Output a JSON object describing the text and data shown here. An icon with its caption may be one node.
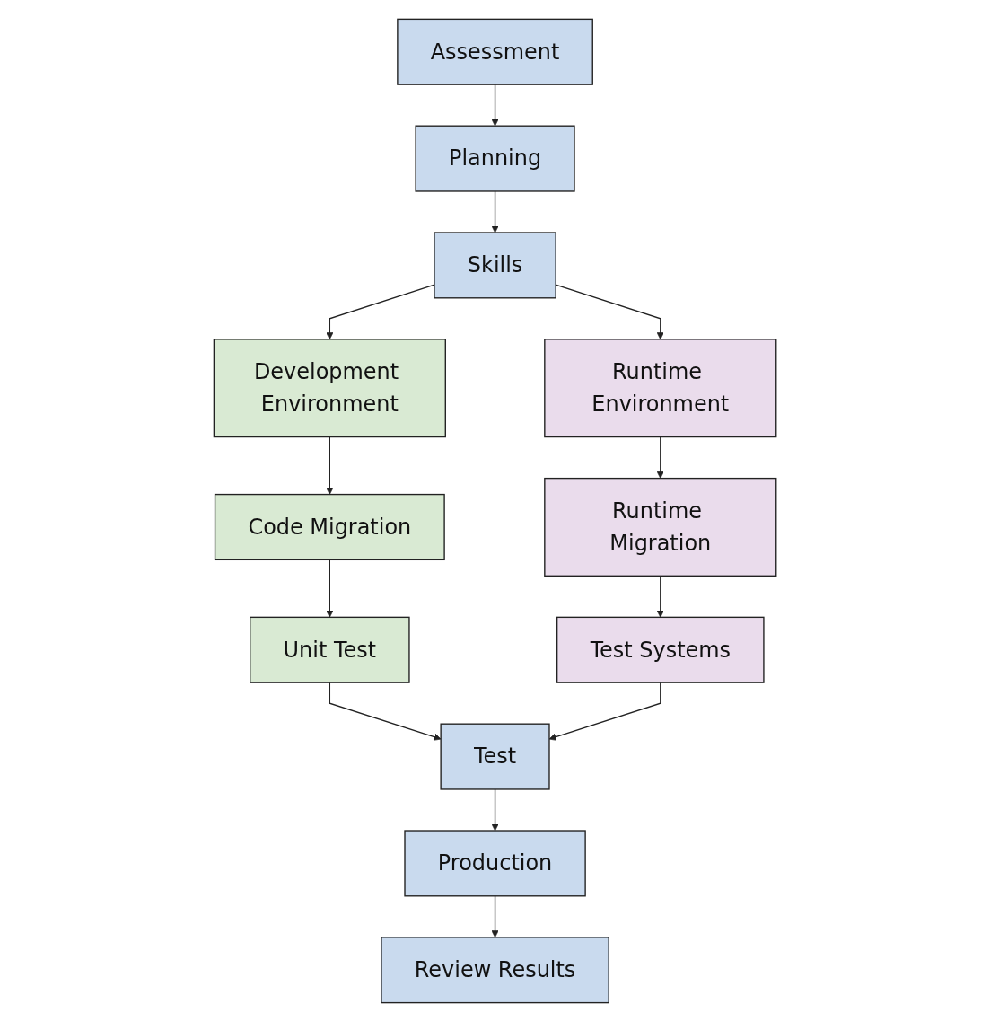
{
  "diagram": {
    "nodes": [
      {
        "text": [
          "Assessment"
        ]
      },
      {
        "text": [
          "Planning"
        ]
      },
      {
        "text": [
          "Skills"
        ]
      },
      {
        "text": [
          "Development Environment"
        ]
      },
      {
        "text": [
          "Code Migration"
        ]
      },
      {
        "text": [
          "Unit Test"
        ]
      },
      {
        "text": [
          "Runtime Environment"
        ]
      },
      {
        "text": [
          "Runtime Migration"
        ]
      },
      {
        "text": [
          "Test Systems"
        ]
      },
      {
        "text": [
          "Test"
        ]
      },
      {
        "text": [
          "Production"
        ]
      },
      {
        "text": [
          "Review Results"
        ]
      }
    ],
    "edges": [
      {
        "from": 0,
        "to": 1,
        "arrow": "to"
      },
      {
        "from": 1,
        "to": 2,
        "arrow": "to"
      },
      {
        "from": 2,
        "to": 3,
        "arrow": "to"
      },
      {
        "from": 2,
        "to": 6,
        "arrow": "to"
      },
      {
        "from": 3,
        "to": 4,
        "arrow": "to"
      },
      {
        "from": 4,
        "to": 5,
        "arrow": "to"
      },
      {
        "from": 6,
        "to": 7,
        "arrow": "to"
      },
      {
        "from": 7,
        "to": 8,
        "arrow": "to"
      },
      {
        "from": 5,
        "to": 9,
        "arrow": "to"
      },
      {
        "from": 8,
        "to": 9,
        "arrow": "to"
      },
      {
        "from": 9,
        "to": 10,
        "arrow": "to"
      },
      {
        "from": 10,
        "to": 11,
        "arrow": "to"
      }
    ]
  }
}
